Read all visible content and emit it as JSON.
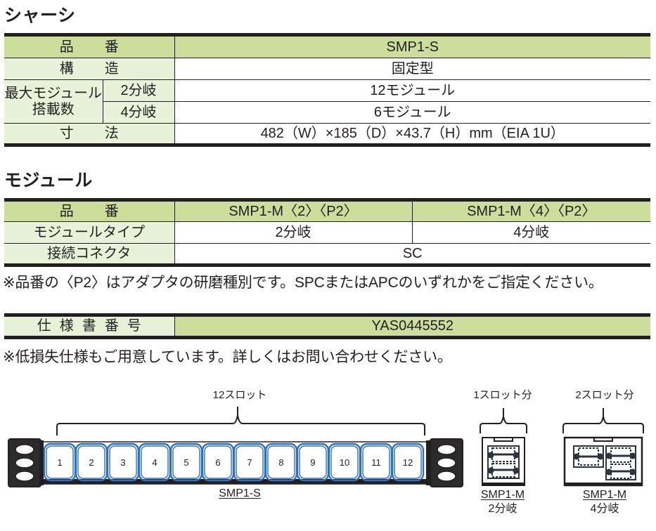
{
  "headings": {
    "chassis": "シャーシ",
    "module": "モジュール"
  },
  "chassis_table": {
    "rows": [
      {
        "label": "品　番",
        "value": "SMP1-S",
        "style": "dark"
      },
      {
        "label": "構　造",
        "value": "固定型",
        "style": "light"
      },
      {
        "label": "最大モジュール",
        "sublabel": "2分岐",
        "value": "12モジュール",
        "style": "light"
      },
      {
        "label": "搭載数",
        "sublabel": "4分岐",
        "value": "6モジュール",
        "style": "light"
      },
      {
        "label": "寸　法",
        "value": "482（W）×185（D）×43.7（H）mm（EIA 1U）",
        "style": "light"
      }
    ],
    "merged_label_line1": "最大モジュール",
    "merged_label_line2": "搭載数"
  },
  "module_table": {
    "header": {
      "label": "品　番",
      "col2": "SMP1-M〈2〉〈P2〉",
      "col3": "SMP1-M〈4〉〈P2〉"
    },
    "rows": [
      {
        "label": "モジュールタイプ",
        "col2": "2分岐",
        "col3": "4分岐"
      },
      {
        "label": "接続コネクタ",
        "span": "SC"
      }
    ]
  },
  "notes": {
    "polish": "※品番の〈P2〉はアダプタの研磨種別です。SPCまたはAPCのいずれかをご指定ください。",
    "low_loss": "※低損失仕様もご用意しています。詳しくはお問い合わせください。"
  },
  "spec_table": {
    "label": "仕様書番号",
    "value": "YAS0445552"
  },
  "diagram": {
    "chassis": {
      "dimension_label": "12スロット",
      "caption": "SMP1-S",
      "slots": [
        "1",
        "2",
        "3",
        "4",
        "5",
        "6",
        "7",
        "8",
        "9",
        "10",
        "11",
        "12"
      ]
    },
    "module_2": {
      "dimension_label": "1スロット分",
      "caption_line1": "SMP1-M",
      "caption_line2": "2分岐"
    },
    "module_4": {
      "dimension_label": "2スロット分",
      "caption_line1": "SMP1-M",
      "caption_line2": "4分岐"
    }
  },
  "colors": {
    "header_dark_green": "#ccdd9c",
    "header_light_green": "#e8f2d9",
    "rule_dark": "#231f20",
    "slot_blue": "#2f6fc0"
  }
}
